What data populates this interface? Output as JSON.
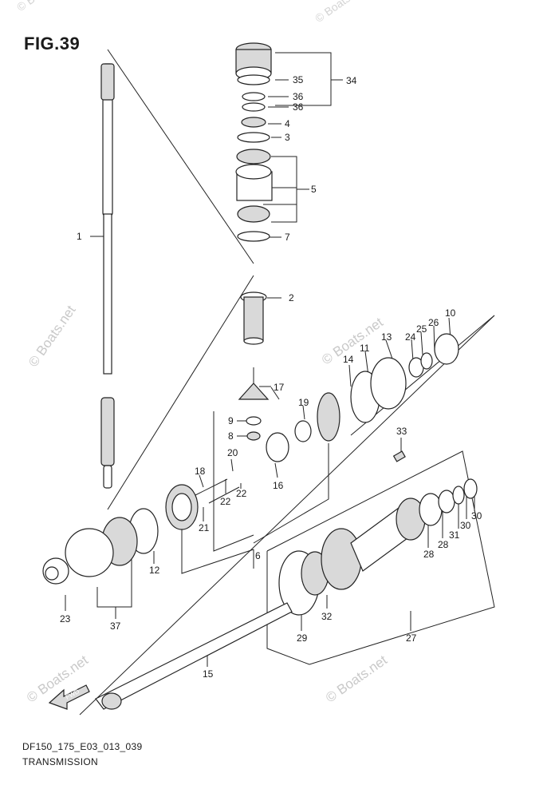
{
  "figure_label": "FIG.39",
  "footer": {
    "code": "DF150_175_E03_013_039",
    "title": "TRANSMISSION"
  },
  "watermark_text": "© Boats.net",
  "fwd_badge": "FWD",
  "callouts": {
    "c1": "1",
    "c2": "2",
    "c3": "3",
    "c4": "4",
    "c5": "5",
    "c6": "6",
    "c7": "7",
    "c8": "8",
    "c9": "9",
    "c10": "10",
    "c11": "11",
    "c12": "12",
    "c13": "13",
    "c14": "14",
    "c15": "15",
    "c16": "16",
    "c17": "17",
    "c18": "18",
    "c19": "19",
    "c20": "20",
    "c21": "21",
    "c22a": "22",
    "c22b": "22",
    "c23": "23",
    "c24": "24",
    "c25": "25",
    "c26": "26",
    "c27": "27",
    "c28a": "28",
    "c28b": "28",
    "c29": "29",
    "c30a": "30",
    "c30b": "30",
    "c31": "31",
    "c32": "32",
    "c33": "33",
    "c34": "34",
    "c35": "35",
    "c36a": "36",
    "c36b": "36",
    "c37": "37"
  }
}
